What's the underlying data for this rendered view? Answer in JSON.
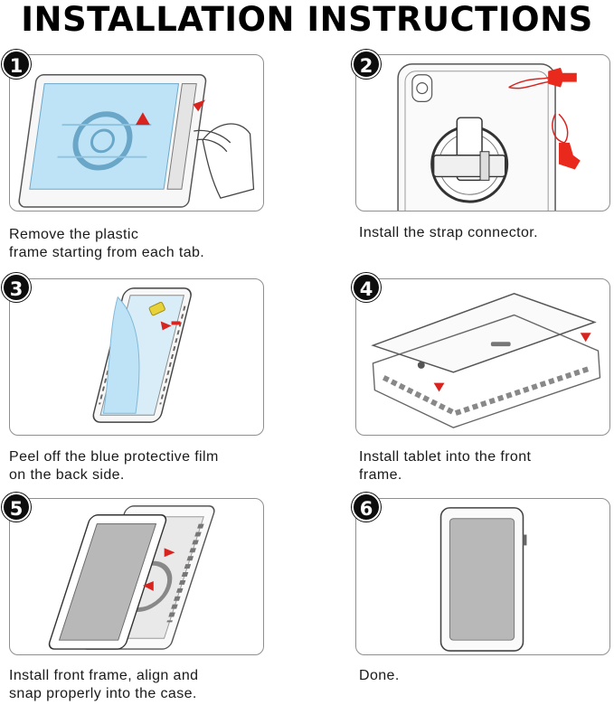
{
  "title": "INSTALLATION INSTRUCTIONS",
  "steps": [
    {
      "number": "1",
      "caption": "Remove the plastic\nframe starting from each tab."
    },
    {
      "number": "2",
      "caption": "Install the strap connector."
    },
    {
      "number": "3",
      "caption": "Peel off the blue protective film\non the back side."
    },
    {
      "number": "4",
      "caption": "Install tablet into the front\nframe."
    },
    {
      "number": "5",
      "caption": "Install front frame, align and\nsnap properly into the case."
    },
    {
      "number": "6",
      "caption": "Done."
    }
  ],
  "colors": {
    "film_blue": "#bfe3f6",
    "arrow_red": "#d9231f",
    "connector_red": "#e8291c",
    "screen_gray": "#b8b8b8"
  }
}
